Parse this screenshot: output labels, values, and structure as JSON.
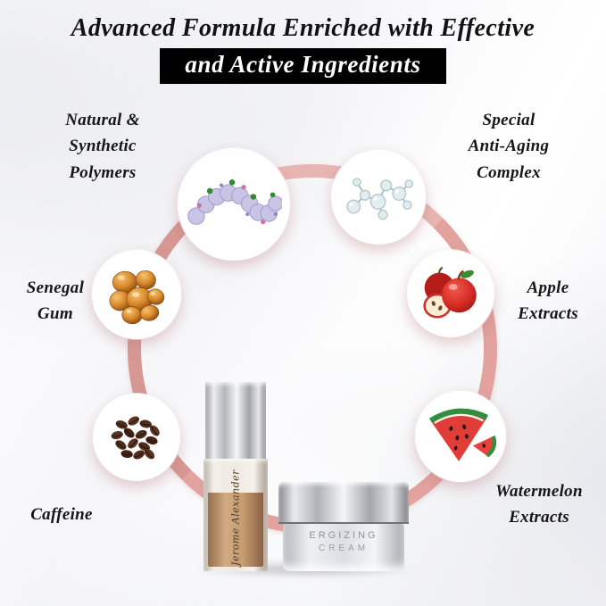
{
  "title": {
    "line1": "Advanced Formula Enriched with Effective",
    "line2": "and Active Ingredients"
  },
  "ingredients": [
    {
      "name": "polymers",
      "label": "Natural &\nSynthetic\nPolymers",
      "icon": "polymer-chain-icon"
    },
    {
      "name": "anti-aging",
      "label": "Special\nAnti-Aging\nComplex",
      "icon": "molecule-icon"
    },
    {
      "name": "senegal-gum",
      "label": "Senegal\nGum",
      "icon": "gum-resin-icon"
    },
    {
      "name": "apple",
      "label": "Apple\nExtracts",
      "icon": "apple-icon"
    },
    {
      "name": "caffeine",
      "label": "Caffeine",
      "icon": "coffee-beans-icon"
    },
    {
      "name": "watermelon",
      "label": "Watermelon\nExtracts",
      "icon": "watermelon-icon"
    }
  ],
  "products": {
    "foundation_label": "Jerome Alexander",
    "jar_label_line1": "ERGIZING",
    "jar_label_line2": "CREAM"
  },
  "colors": {
    "ring": "#e2a29d",
    "title_bar_bg": "#000000",
    "title_text": "#121212"
  }
}
